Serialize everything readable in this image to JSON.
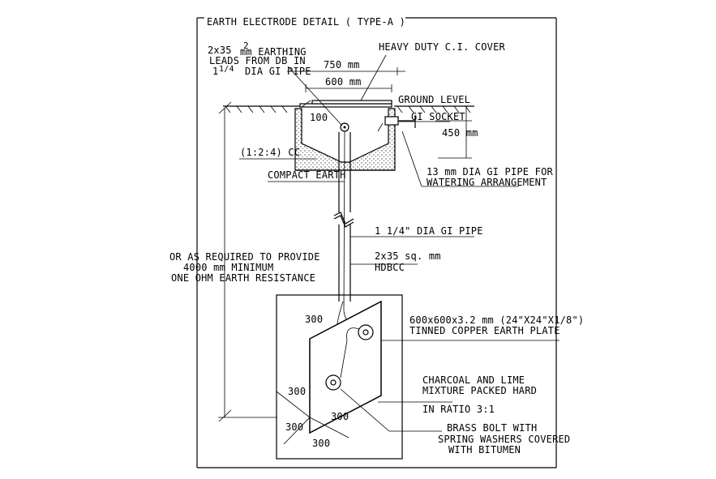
{
  "title": "EARTH ELECTRODE DETAIL ( TYPE-A )",
  "labels": {
    "leads_line1": "2x35",
    "leads_sup": "2",
    "leads_mm": "mm EARTHING",
    "leads_line2": "LEADS FROM DB IN",
    "leads_line3_a": "1",
    "leads_line3_frac": "1/4",
    "leads_line3_b": "DIA GI PIPE",
    "cover": "HEAVY DUTY C.I. COVER",
    "dim_750": "750 mm",
    "dim_600": "600 mm",
    "ground_level": "GROUND LEVEL",
    "dim_100": "100",
    "gi_socket": "GI SOCKET",
    "dim_450": "450 mm",
    "cc_mix": "(1:2:4) CC",
    "compact_earth": "COMPACT EARTH",
    "watering_1": "13 mm DIA GI PIPE FOR",
    "watering_2": "WATERING ARRANGEMENT",
    "gi_pipe": "1 1/4\" DIA GI PIPE",
    "hdbcc_1": "2x35 sq. mm",
    "hdbcc_2": "HDBCC",
    "resistance_1": "OR AS REQUIRED TO PROVIDE",
    "resistance_2": "4000 mm MINIMUM",
    "resistance_3": "ONE OHM EARTH RESISTANCE",
    "plate_1": "600x600x3.2 mm (24\"X24\"X1/8\")",
    "plate_2": "TINNED COPPER EARTH PLATE",
    "charcoal_1": "CHARCOAL AND LIME",
    "charcoal_2": "MIXTURE PACKED HARD",
    "charcoal_3": "IN RATIO 3:1",
    "bolt_1": "BRASS BOLT WITH",
    "bolt_2": "SPRING WASHERS COVERED",
    "bolt_3": "WITH BITUMEN",
    "dim_300_top": "300",
    "dim_300_left": "300",
    "dim_300_mid": "300",
    "dim_300_bl": "300",
    "dim_300_bottom": "300"
  }
}
